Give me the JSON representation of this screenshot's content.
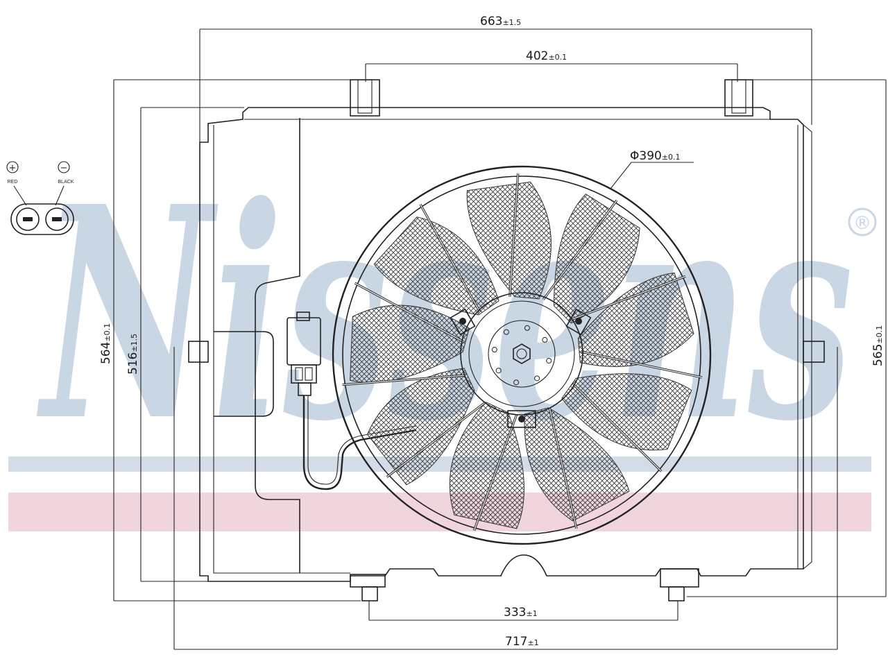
{
  "brand": {
    "watermark": "Nissens",
    "registered_mark": "®",
    "watermark_color": "#c9d6e4",
    "stripe_blue": "#d3dde8",
    "stripe_pink": "#f0d6dc"
  },
  "dimensions": {
    "overall_width_top": "663",
    "overall_width_top_tol": "±1.5",
    "mount_spacing_top": "402",
    "mount_spacing_top_tol": "±0.1",
    "fan_diameter": "Φ390",
    "fan_diameter_tol": "±0.1",
    "height_outer_left": "564",
    "height_outer_left_tol": "±0.1",
    "height_inner_left": "516",
    "height_inner_left_tol": "±1.5",
    "height_right": "565",
    "height_right_tol": "±0.1",
    "mount_spacing_bottom": "333",
    "mount_spacing_bottom_tol": "±1",
    "overall_width_bottom": "717",
    "overall_width_bottom_tol": "±1"
  },
  "connector": {
    "plus_symbol": "+",
    "minus_symbol": "−",
    "plus_wire": "RED",
    "minus_wire": "BLACK"
  },
  "icons": [
    "plus-terminal-icon",
    "minus-terminal-icon",
    "connector-plug-icon",
    "fan-motor-icon"
  ]
}
